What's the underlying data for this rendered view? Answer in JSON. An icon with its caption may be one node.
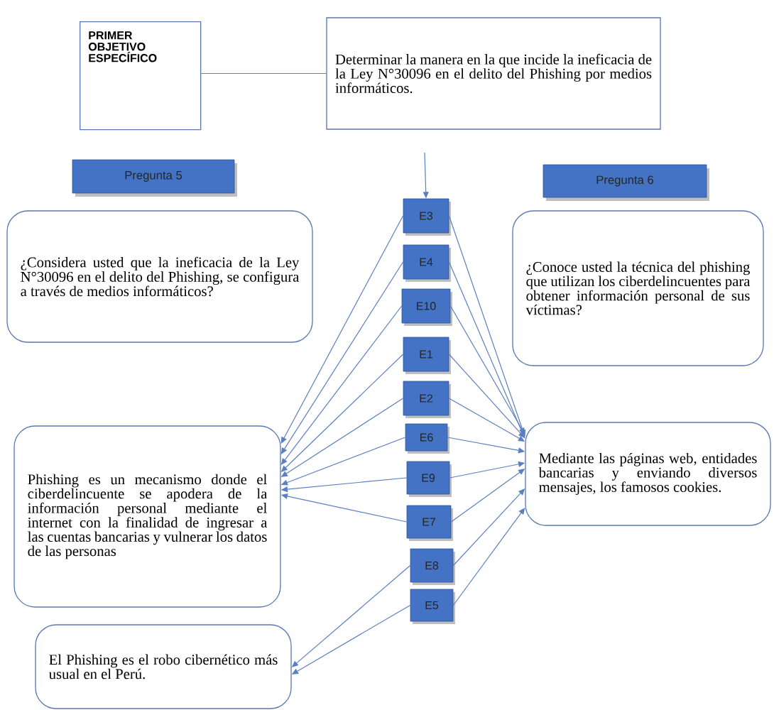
{
  "diagram": {
    "nodes": [
      {
        "text": [
          "PRIMER OBJETIVO ESPECÍFICO"
        ]
      },
      {
        "text": [
          "Determinar la manera en la que incide la ineficacia de la Ley N°30096 en el delito del Phishing por medios informáticos."
        ]
      },
      {
        "text": [
          "Pregunta 5"
        ]
      },
      {
        "text": [
          "Pregunta 6"
        ]
      },
      {
        "text": [
          "¿Considera usted que la ineficacia de la Ley N°30096 en el delito del Phishing, se configura a través de medios informáticos?"
        ]
      },
      {
        "text": [
          "¿Conoce usted la técnica del phishing que utilizan los ciberdelincuentes para obtener información personal de sus víctimas?"
        ]
      },
      {
        "text": [
          "E3"
        ]
      },
      {
        "text": [
          "E4"
        ]
      },
      {
        "text": [
          "E10"
        ]
      },
      {
        "text": [
          "E1"
        ]
      },
      {
        "text": [
          "E2"
        ]
      },
      {
        "text": [
          "E6"
        ]
      },
      {
        "text": [
          "E9"
        ]
      },
      {
        "text": [
          "E7"
        ]
      },
      {
        "text": [
          "E8"
        ]
      },
      {
        "text": [
          "E5"
        ]
      },
      {
        "text": [
          "Phishing es un mecanismo donde el ciberdelincuente se apodera de la información personal mediante el internet con la finalidad de ingresar a las cuentas bancarias y vulnerar los datos de las personas"
        ]
      },
      {
        "text": [
          "Mediante las páginas web, entidades bancarias y enviando diversos mensajes, los famosos cookies."
        ]
      },
      {
        "text": [
          "El Phishing es el robo cibernético más usual en el Perú."
        ]
      }
    ],
    "edges": [
      {
        "from": 0,
        "to": 1,
        "arrow": "none"
      },
      {
        "from": null,
        "to": 6,
        "arrow": "to"
      },
      {
        "from": 6,
        "to": 16,
        "arrow": "to"
      },
      {
        "from": 7,
        "to": 16,
        "arrow": "to"
      },
      {
        "from": 8,
        "to": 16,
        "arrow": "to"
      },
      {
        "from": 9,
        "to": 16,
        "arrow": "to"
      },
      {
        "from": 10,
        "to": 16,
        "arrow": "to"
      },
      {
        "from": 11,
        "to": 16,
        "arrow": "to"
      },
      {
        "from": 12,
        "to": 16,
        "arrow": "to"
      },
      {
        "from": 13,
        "to": 16,
        "arrow": "to"
      },
      {
        "from": 14,
        "to": 18,
        "arrow": "to"
      },
      {
        "from": 15,
        "to": 18,
        "arrow": "to"
      },
      {
        "from": 6,
        "to": 17,
        "arrow": "to"
      },
      {
        "from": 7,
        "to": 17,
        "arrow": "to"
      },
      {
        "from": 8,
        "to": 17,
        "arrow": "to"
      },
      {
        "from": 9,
        "to": 17,
        "arrow": "to"
      },
      {
        "from": 10,
        "to": 17,
        "arrow": "to"
      },
      {
        "from": 11,
        "to": 17,
        "arrow": "to"
      },
      {
        "from": 12,
        "to": 17,
        "arrow": "to"
      },
      {
        "from": 13,
        "to": 17,
        "arrow": "to"
      },
      {
        "from": 14,
        "to": 17,
        "arrow": "to"
      },
      {
        "from": 15,
        "to": 17,
        "arrow": "to"
      }
    ]
  }
}
